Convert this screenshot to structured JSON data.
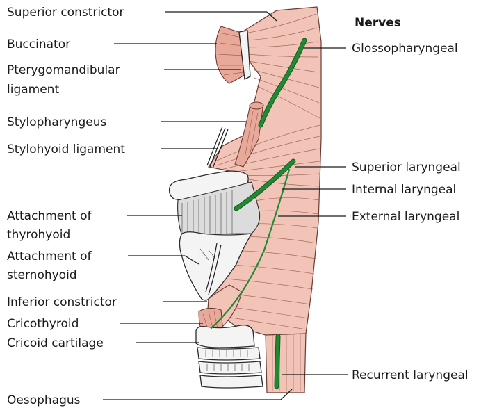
{
  "labels_left": [
    "Superior constrictor",
    "Buccinator",
    "Pterygomandibular",
    "ligament",
    "Stylopharyngeus",
    "Stylohyoid ligament",
    "Attachment of",
    "thyrohyoid",
    "Attachment of",
    "sternohyoid",
    "Inferior constrictor",
    "Cricothyroid",
    "Cricoid cartilage",
    "Oesophagus"
  ],
  "labels_right": {
    "heading": "Nerves",
    "items": [
      "Glossopharyngeal",
      "Superior laryngeal",
      "Internal laryngeal",
      "External laryngeal",
      "Recurrent laryngeal"
    ]
  },
  "colors": {
    "muscle": "#f2c4b8",
    "nerve": "#1f8a33",
    "cartilage": "#f4f4f4"
  }
}
